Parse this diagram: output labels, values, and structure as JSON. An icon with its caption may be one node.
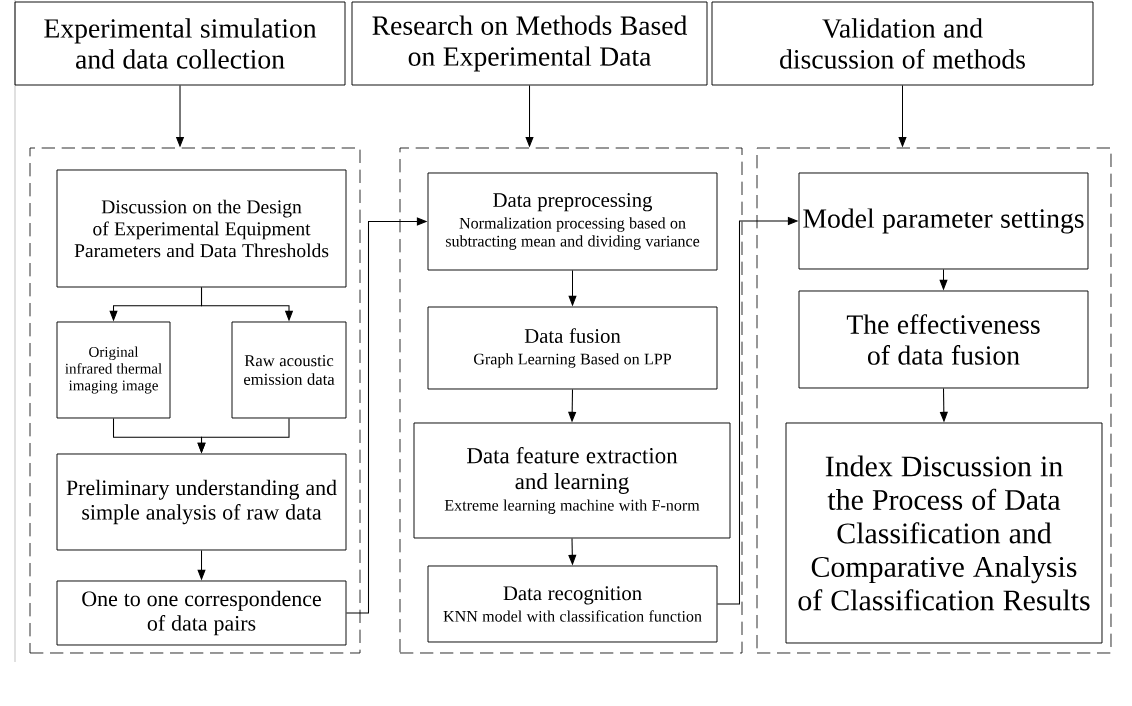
{
  "diagram": {
    "nodes": [
      {
        "text": [
          "Experimental simulation and data collection"
        ]
      },
      {
        "text": [
          "Research on Methods Based on Experimental Data"
        ]
      },
      {
        "text": [
          "Validation and discussion of methods"
        ]
      },
      {
        "text": [],
        "shape": "box"
      },
      {
        "text": [],
        "shape": "box"
      },
      {
        "text": [],
        "shape": "box"
      },
      {
        "text": [
          "Discussion on the Design of Experimental Equipment Parameters and Data Thresholds"
        ],
        "in": 3
      },
      {
        "text": [
          "Original infrared thermal imaging image"
        ],
        "in": 3
      },
      {
        "text": [
          "Raw acoustic emission data"
        ],
        "in": 3
      },
      {
        "text": [
          "Preliminary understanding and simple analysis of raw data"
        ],
        "in": 3
      },
      {
        "text": [
          "One to one correspondence of data pairs"
        ],
        "in": 3
      },
      {
        "text": [
          "Data preprocessing",
          "Normalization processing based on subtracting mean and dividing variance"
        ],
        "in": 4
      },
      {
        "text": [
          "Data fusion",
          "Graph Learning Based on LPP"
        ],
        "in": 4
      },
      {
        "text": [
          "Data feature extraction and learning",
          "Extreme learning machine with F-norm"
        ],
        "in": 4
      },
      {
        "text": [
          "Data recognition",
          "KNN model with classification function"
        ],
        "in": 4
      },
      {
        "text": [
          "Model parameter settings"
        ],
        "in": 5
      },
      {
        "text": [
          "The effectiveness of data fusion"
        ],
        "in": 5
      },
      {
        "text": [
          "Index Discussion in the Process of Data Classification and Comparative Analysis of Classification Results"
        ],
        "in": 5
      }
    ],
    "edges": [
      {
        "from": 0,
        "to": 3,
        "arrow": "to"
      },
      {
        "from": 1,
        "to": 4,
        "arrow": "to"
      },
      {
        "from": 2,
        "to": 5,
        "arrow": "to"
      },
      {
        "from": 6,
        "to": 7,
        "arrow": "to"
      },
      {
        "from": 6,
        "to": 8,
        "arrow": "to"
      },
      {
        "from": 7,
        "to": 9,
        "arrow": "to"
      },
      {
        "from": 8,
        "to": 9,
        "arrow": "to"
      },
      {
        "from": 9,
        "to": 10,
        "arrow": "to"
      },
      {
        "from": 10,
        "to": 11,
        "arrow": "to"
      },
      {
        "from": 11,
        "to": 12,
        "arrow": "to"
      },
      {
        "from": 12,
        "to": 13,
        "arrow": "to"
      },
      {
        "from": 13,
        "to": 14,
        "arrow": "to"
      },
      {
        "from": 14,
        "to": 15,
        "arrow": "to"
      },
      {
        "from": 15,
        "to": 16,
        "arrow": "to"
      },
      {
        "from": 16,
        "to": 17,
        "arrow": "to"
      }
    ]
  }
}
